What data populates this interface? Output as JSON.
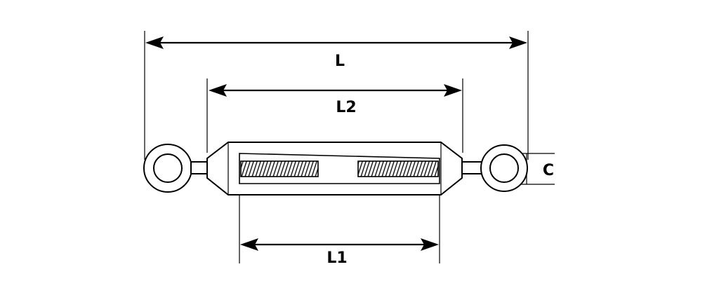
{
  "diagram": {
    "dimensions": {
      "overall_length": "L",
      "eye_distance": "L2",
      "thread_span": "L1",
      "eye_diameter": "C"
    },
    "colors": {
      "line": "#000000",
      "background": "#ffffff"
    }
  }
}
